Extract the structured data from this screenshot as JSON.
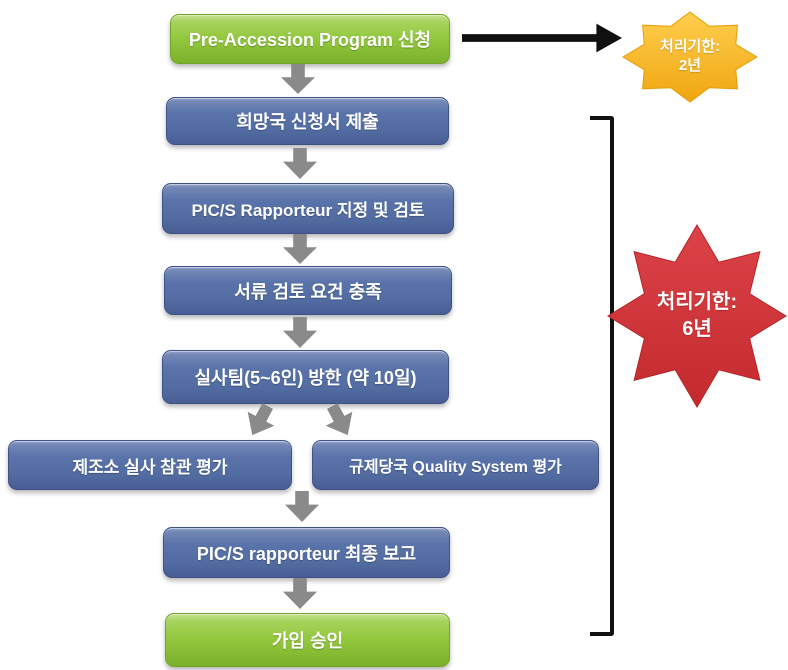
{
  "flow": {
    "steps": [
      {
        "label": "Pre-Accession Program 신청",
        "kind": "start"
      },
      {
        "label": "희망국 신청서 제출",
        "kind": "process"
      },
      {
        "label": "PIC/S Rapporteur 지정 및 검토",
        "kind": "process"
      },
      {
        "label": "서류 검토 요건 충족",
        "kind": "process"
      },
      {
        "label": "실사팀(5~6인) 방한 (약 10일)",
        "kind": "process"
      },
      {
        "label": "제조소 실사 참관 평가",
        "kind": "process"
      },
      {
        "label": "규제당국 Quality System 평가",
        "kind": "process"
      },
      {
        "label": "PIC/S rapporteur 최종 보고",
        "kind": "process"
      },
      {
        "label": "가입 승인",
        "kind": "end"
      }
    ],
    "badges": {
      "pre_accession_period": {
        "line1": "처리기한:",
        "line2": "2년",
        "color": "#F5B31B",
        "shape": "8-point-star"
      },
      "accession_period": {
        "line1": "처리기한:",
        "line2": "6년",
        "color": "#D23338",
        "shape": "8-point-star"
      }
    },
    "colors": {
      "process_box": "#5872AA",
      "start_end_box": "#94C83F",
      "flow_arrow": "#8A8A8A",
      "connector": "#101010",
      "text": "#FFFFFF"
    }
  }
}
